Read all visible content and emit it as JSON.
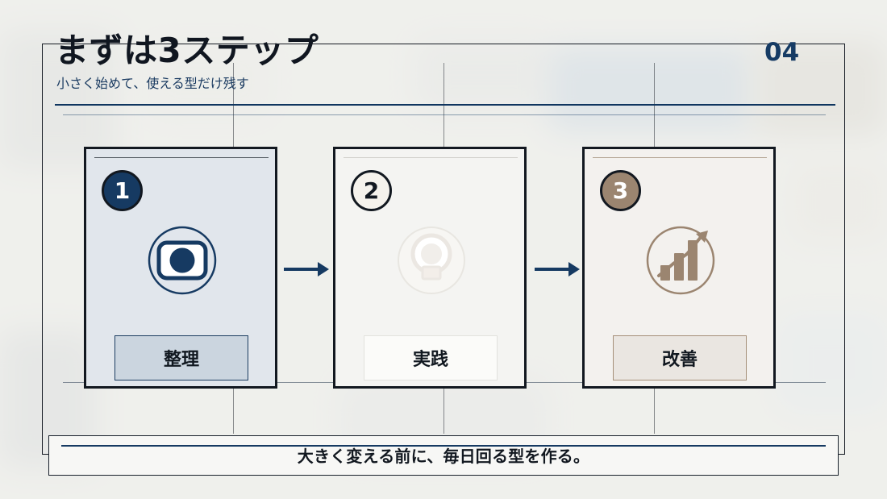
{
  "slide": {
    "title": "まずは3ステップ",
    "subtitle": "小さく始めて、使える型だけ残す",
    "number": "04"
  },
  "steps": [
    {
      "number": "1",
      "label": "整理",
      "icon": "organize-icon",
      "accent": "#163a62"
    },
    {
      "number": "2",
      "label": "実践",
      "icon": "practice-icon",
      "accent": "#f5f2ec"
    },
    {
      "number": "3",
      "label": "改善",
      "icon": "improvement-chart-icon",
      "accent": "#9b8570"
    }
  ],
  "footer": {
    "message": "大きく変える前に、毎日回る型を作る。"
  },
  "colors": {
    "primary": "#163a62",
    "text": "#121820",
    "warm_accent": "#9b8570"
  }
}
